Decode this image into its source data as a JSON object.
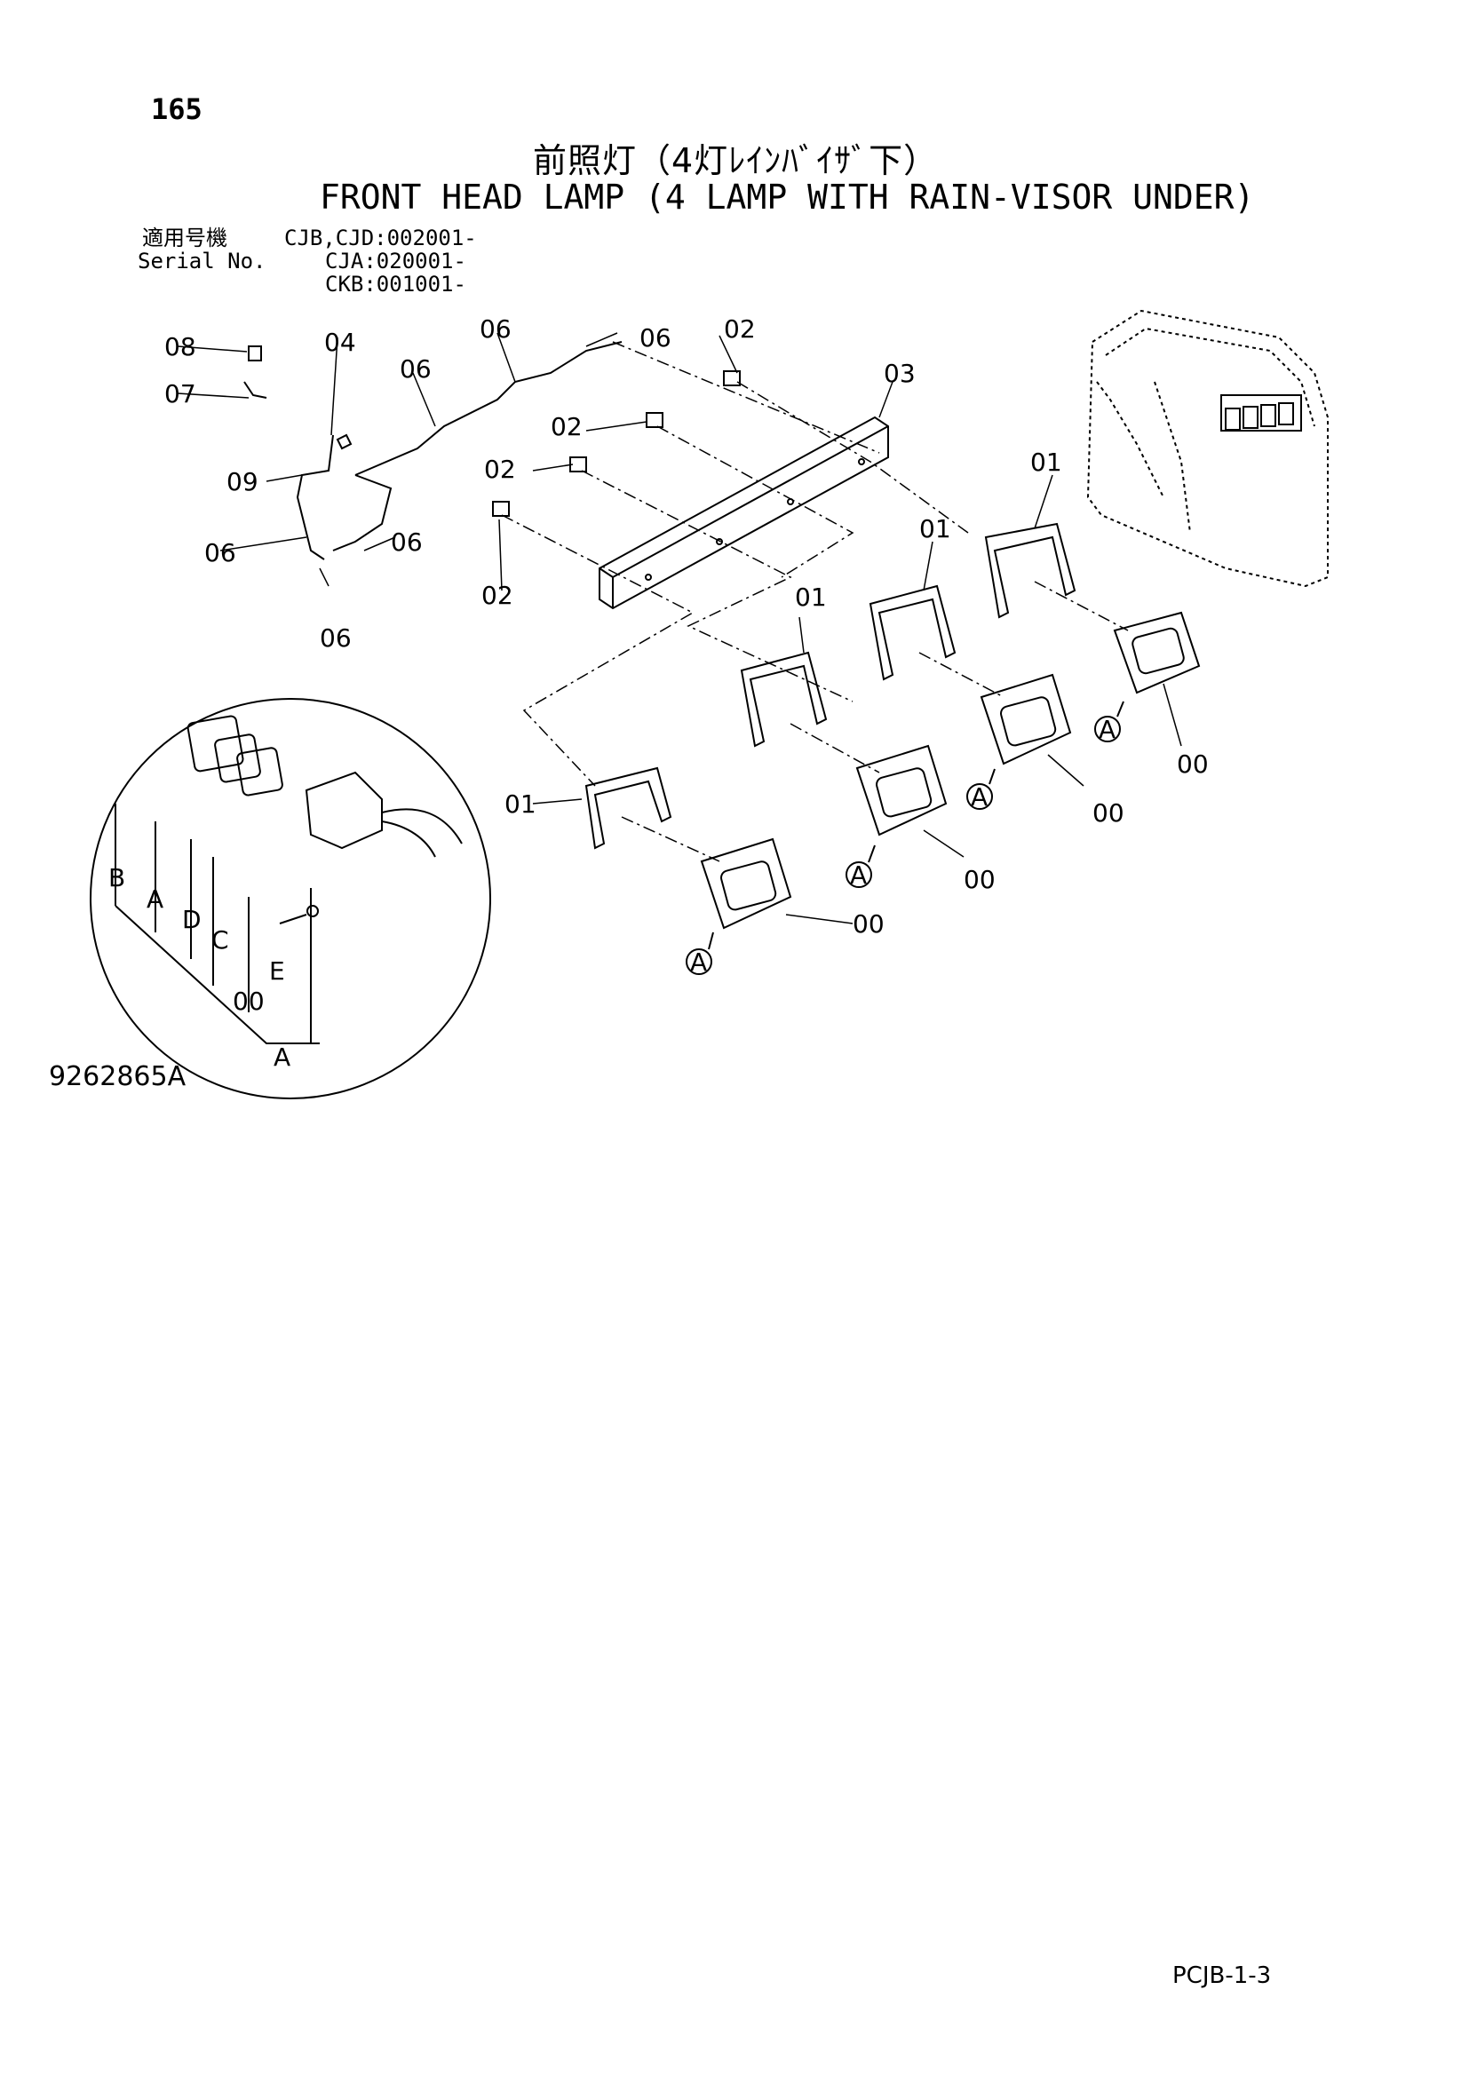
{
  "page_number": "165",
  "title_ja": "前照灯（4灯ﾚｲﾝﾊﾞｲｻﾞ下）",
  "title_en": "FRONT HEAD LAMP (4 LAMP WITH RAIN-VISOR UNDER)",
  "serial": {
    "label_ja": "適用号機",
    "label_en": "Serial No.",
    "line1": "CJB,CJD:002001-",
    "line2": "CJA:020001-",
    "line3": "CKB:001001-"
  },
  "callouts": {
    "c00": "00",
    "c01": "01",
    "c02": "02",
    "c03": "03",
    "c04": "04",
    "c06": "06",
    "c07": "07",
    "c08": "08",
    "c09": "09",
    "cA": "A",
    "cB": "B",
    "cC": "C",
    "cD": "D",
    "cE": "E"
  },
  "drawing_number": "9262865A",
  "page_code": "PCJB-1-3"
}
